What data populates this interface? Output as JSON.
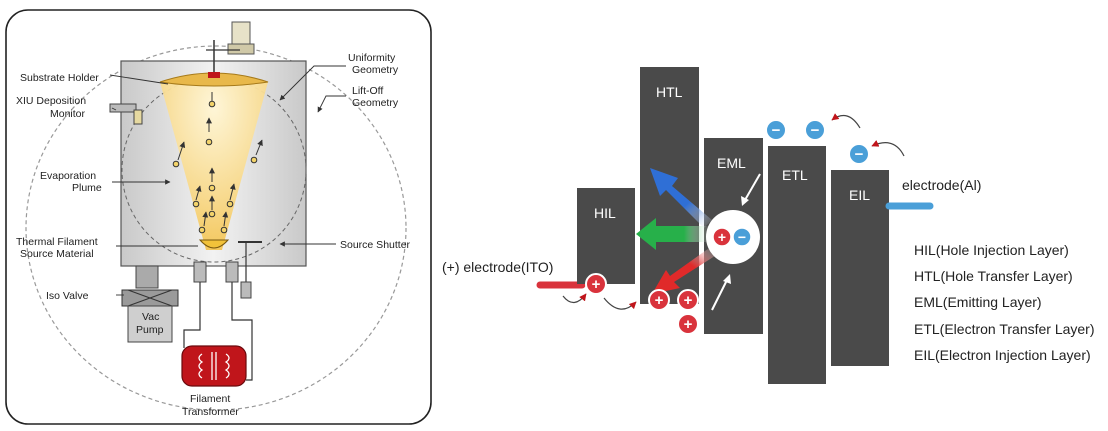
{
  "chamber": {
    "labels": {
      "substrate_holder": "Substrate Holder",
      "deposition_monitor_1": "XIU Deposition",
      "deposition_monitor_2": "Monitor",
      "evaporation_plume_1": "Evaporation",
      "evaporation_plume_2": "Plume",
      "thermal_filament_1": "Thermal Filament",
      "thermal_filament_2": "Source Material",
      "iso_valve": "Iso Valve",
      "vac_pump_1": "Vac",
      "vac_pump_2": "Pump",
      "filament_transformer_1": "Filament",
      "filament_transformer_2": "Transformer",
      "uniformity_geometry_1": "Uniformity",
      "uniformity_geometry_2": "Geometry",
      "lift_off_geometry_1": "Lift-Off",
      "lift_off_geometry_2": "Geometry",
      "source_shutter": "Source Shutter"
    },
    "colors": {
      "chamber_fill": "#d9d9d9",
      "plume": "#f6c453",
      "transformer": "#c0151b"
    }
  },
  "oled": {
    "layers": [
      {
        "abbr": "HIL"
      },
      {
        "abbr": "HTL"
      },
      {
        "abbr": "EML"
      },
      {
        "abbr": "ETL"
      },
      {
        "abbr": "EIL"
      }
    ],
    "anode_label": "(+) electrode(ITO)",
    "cathode_label": "electrode(Al)",
    "legend": [
      "HIL(Hole Injection Layer)",
      "HTL(Hole Transfer Layer)",
      "EML(Emitting Layer)",
      "ETL(Electron Transfer Layer)",
      "EIL(Electron Injection Layer)"
    ],
    "signs": {
      "plus": "+",
      "minus": "−"
    },
    "colors": {
      "layer": "#4a4a4a",
      "hole": "#d9333c",
      "electron": "#4a9fd8",
      "anode_bar": "#d9333c",
      "cathode_bar": "#4a9fd8",
      "blue_arrow": "#2f6fd6",
      "green_arrow": "#27b04a",
      "red_arrow": "#e02a2a"
    },
    "icons": [
      "hole-icon",
      "electron-icon",
      "emission-arrow-icon"
    ]
  }
}
